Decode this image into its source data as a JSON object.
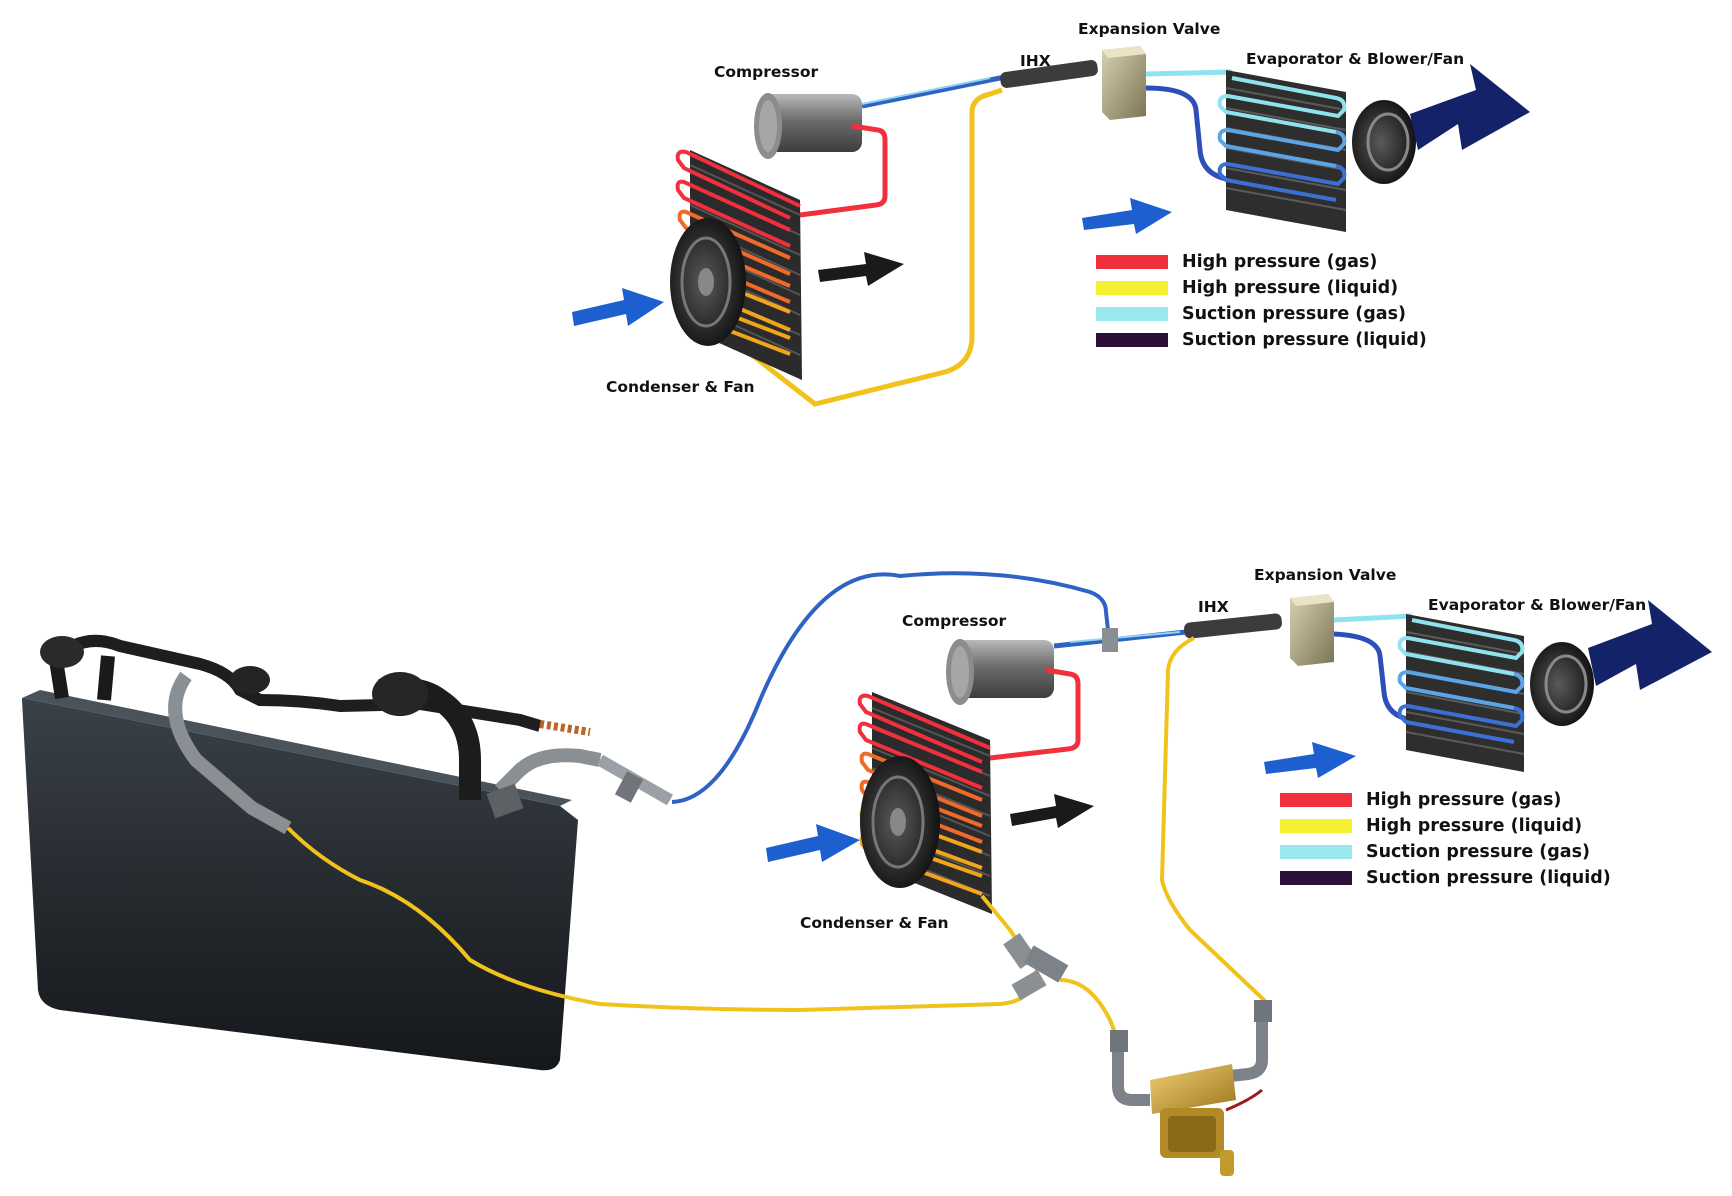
{
  "colors": {
    "high_gas": "#f0303c",
    "high_liquid": "#f2d21c",
    "suction_gas": "#8fe3ef",
    "suction_liquid": "#2a0f36",
    "blue_line": "#2e63c4",
    "arrow_blue": "#1d5fcf",
    "arrow_dark": "#1a2a6a"
  },
  "top_diagram": {
    "labels": {
      "compressor": "Compressor",
      "ihx": "IHX",
      "expansion_valve": "Expansion Valve",
      "evaporator": "Evaporator & Blower/Fan",
      "condenser": "Condenser & Fan"
    },
    "legend": [
      {
        "label": "High pressure (gas)",
        "color": "#f0303c"
      },
      {
        "label": "High pressure (liquid)",
        "color": "#f5f032"
      },
      {
        "label": "Suction pressure (gas)",
        "color": "#9ce8ef"
      },
      {
        "label": "Suction pressure (liquid)",
        "color": "#2a0f36"
      }
    ]
  },
  "bottom_diagram": {
    "labels": {
      "compressor": "Compressor",
      "ihx": "IHX",
      "expansion_valve": "Expansion Valve",
      "evaporator": "Evaporator & Blower/Fan",
      "condenser": "Condenser & Fan"
    },
    "legend": [
      {
        "label": "High pressure (gas)",
        "color": "#f0303c"
      },
      {
        "label": "High pressure (liquid)",
        "color": "#f5f032"
      },
      {
        "label": "Suction pressure (gas)",
        "color": "#9ce8ef"
      },
      {
        "label": "Suction pressure (liquid)",
        "color": "#2a0f36"
      }
    ]
  }
}
